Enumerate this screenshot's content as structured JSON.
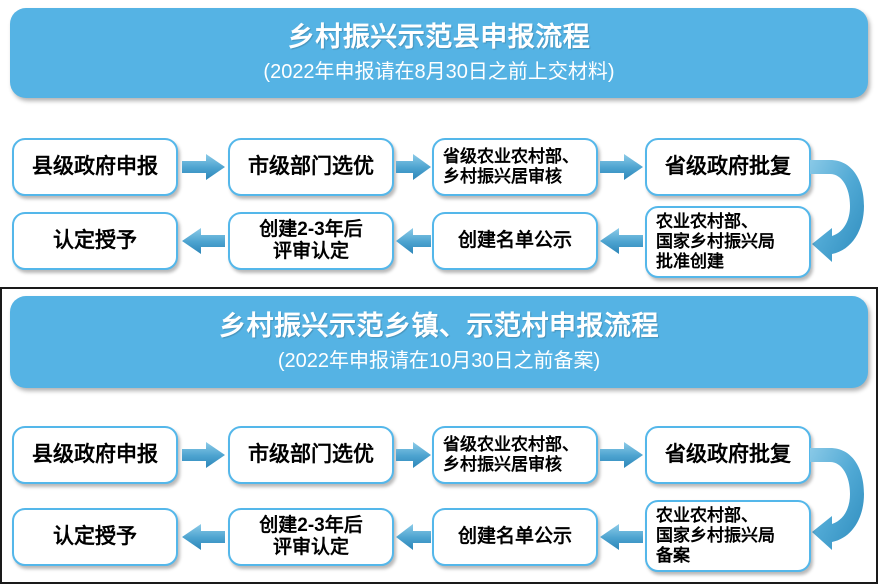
{
  "colors": {
    "banner_fill": "#55b3e4",
    "node_border": "#54b7ea",
    "node_fill": "#ffffff",
    "arrow_light": "#7ec8e8",
    "arrow_dark": "#2e8fc0",
    "text": "#000000",
    "banner_text": "#ffffff"
  },
  "sections": [
    {
      "id": "county",
      "banner": {
        "title": "乡村振兴示范县申报流程",
        "subtitle": "(2022年申报请在8月30日之前上交材料)"
      },
      "row1": [
        {
          "label": "县级政府申报",
          "align": "center"
        },
        {
          "label": "市级部门选优",
          "align": "center"
        },
        {
          "label": "省级农业农村部、\n乡村振兴居审核",
          "align": "left"
        },
        {
          "label": "省级政府批复",
          "align": "center"
        }
      ],
      "row2": [
        {
          "label": "认定授予",
          "align": "center"
        },
        {
          "label": "创建2-3年后\n评审认定",
          "align": "center-sm"
        },
        {
          "label": "创建名单公示",
          "align": "center-sm"
        },
        {
          "label": "农业农村部、\n国家乡村振兴局\n批准创建",
          "align": "left"
        }
      ]
    },
    {
      "id": "town-village",
      "banner": {
        "title": "乡村振兴示范乡镇、示范村申报流程",
        "subtitle": "(2022年申报请在10月30日之前备案)"
      },
      "row1": [
        {
          "label": "县级政府申报",
          "align": "center"
        },
        {
          "label": "市级部门选优",
          "align": "center"
        },
        {
          "label": "省级农业农村部、\n乡村振兴居审核",
          "align": "left"
        },
        {
          "label": "省级政府批复",
          "align": "center"
        }
      ],
      "row2": [
        {
          "label": "认定授予",
          "align": "center"
        },
        {
          "label": "创建2-3年后\n评审认定",
          "align": "center-sm"
        },
        {
          "label": "创建名单公示",
          "align": "center-sm"
        },
        {
          "label": "农业农村部、\n国家乡村振兴局\n备案",
          "align": "left"
        }
      ]
    }
  ],
  "arrows": {
    "right_arrow_icon": "arrow-right-icon",
    "left_arrow_icon": "arrow-left-icon",
    "loop_arrow_icon": "arrow-loop-down-icon"
  }
}
